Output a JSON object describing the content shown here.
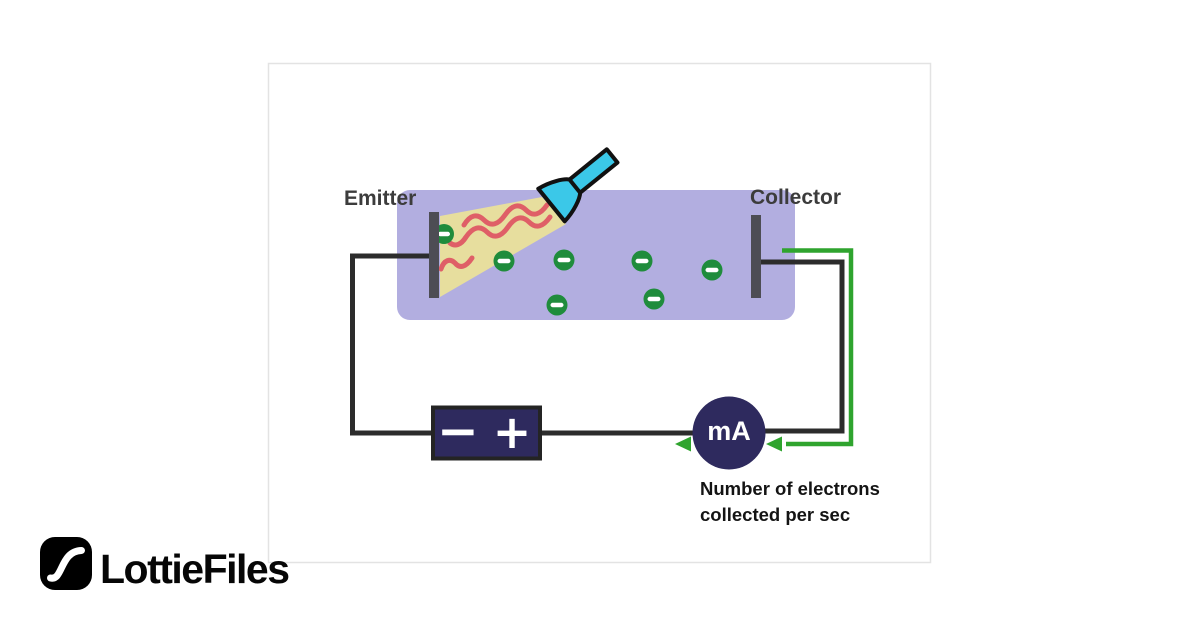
{
  "branding": {
    "wordmark": "LottieFiles"
  },
  "diagram": {
    "emitter_label": "Emitter",
    "collector_label": "Collector",
    "meter_label": "mA",
    "battery_minus": "−",
    "battery_plus": "+",
    "caption_line1": "Number of electrons",
    "caption_line2": "collected per sec",
    "electron_count": 7
  },
  "colors": {
    "chamber_purple": "#b2aee0",
    "beam_yellow": "#e7de9e",
    "wave_red": "#df5f67",
    "electron_green": "#1f8c3c",
    "wire_green": "#2fa42e",
    "component_navy": "#2e2a5e",
    "flashlight_cyan": "#3bc8e8",
    "plate_gray": "#4d4d54",
    "wire_black": "#2c2c2c",
    "card_border": "#e3e3e3"
  }
}
